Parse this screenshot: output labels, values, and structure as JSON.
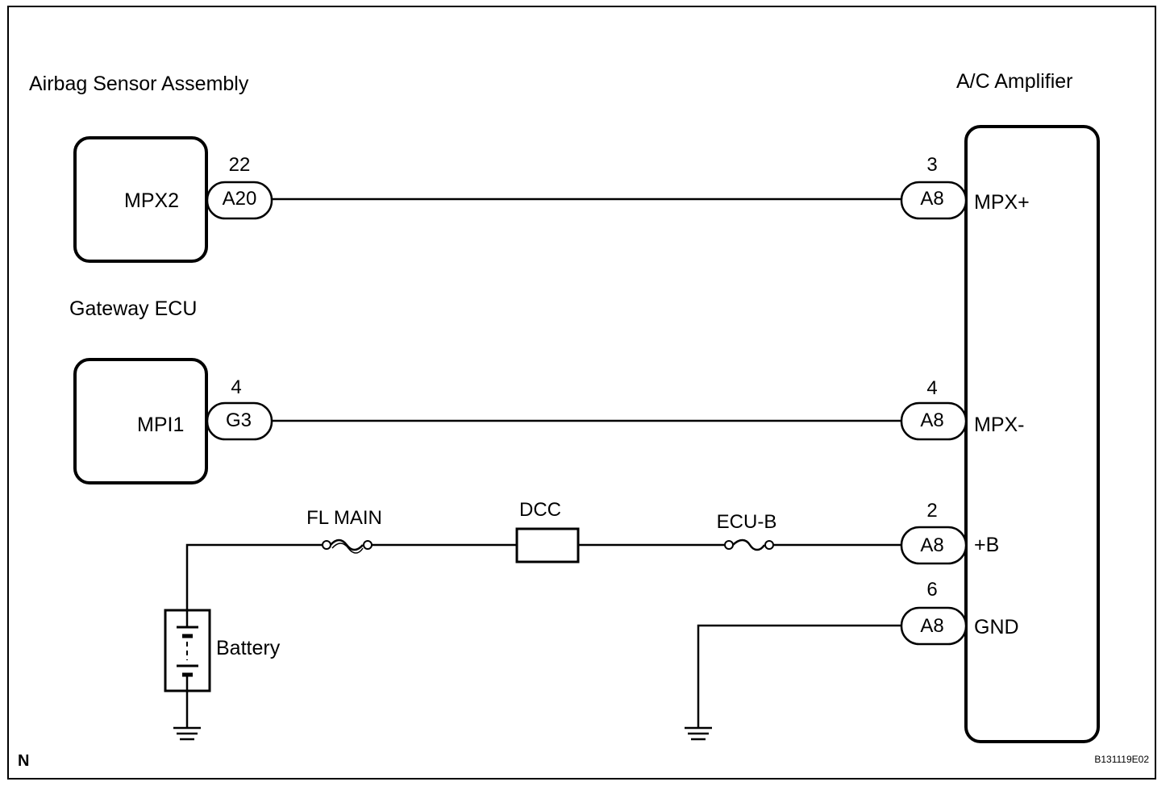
{
  "figure_code": "B131119E02",
  "corner_mark": "N",
  "components": {
    "airbag": {
      "title": "Airbag Sensor Assembly",
      "terminal": "MPX2"
    },
    "gateway": {
      "title": "Gateway ECU",
      "terminal": "MPI1"
    },
    "amplifier": {
      "title": "A/C Amplifier"
    },
    "battery": {
      "label": "Battery"
    }
  },
  "connectors": {
    "airbag": {
      "code": "A20",
      "pin": "22"
    },
    "gateway": {
      "code": "G3",
      "pin": "4"
    },
    "amp_mpx_plus": {
      "code": "A8",
      "pin": "3",
      "terminal": "MPX+"
    },
    "amp_mpx_minus": {
      "code": "A8",
      "pin": "4",
      "terminal": "MPX-"
    },
    "amp_b": {
      "code": "A8",
      "pin": "2",
      "terminal": "+B"
    },
    "amp_gnd": {
      "code": "A8",
      "pin": "6",
      "terminal": "GND"
    }
  },
  "fuses": {
    "fl_main": "FL MAIN",
    "dcc": "DCC",
    "ecu_b": "ECU-B"
  }
}
